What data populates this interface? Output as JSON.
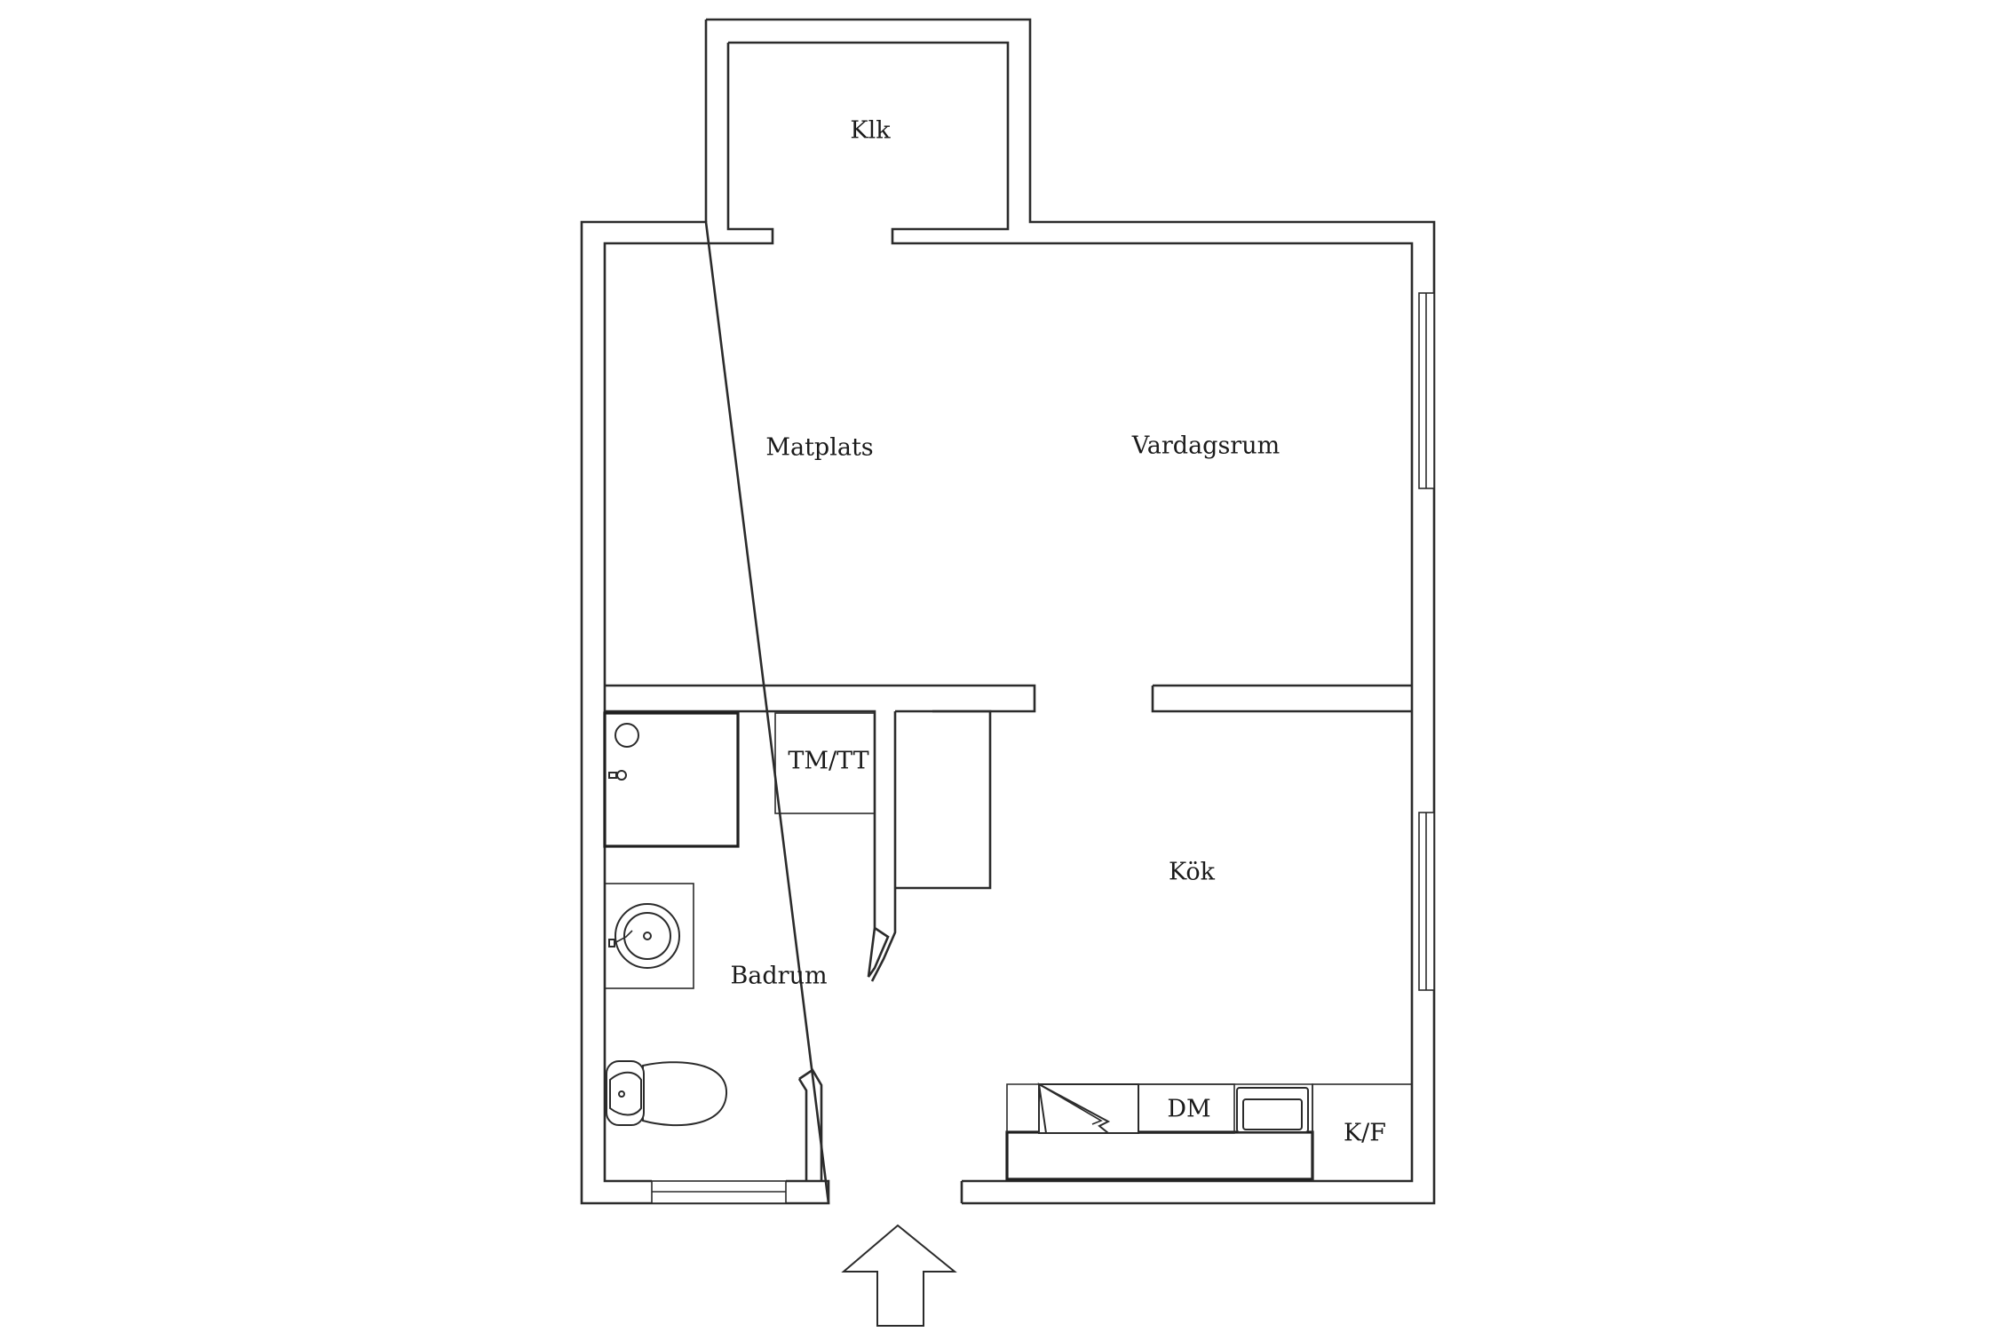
{
  "rooms": {
    "klk": "Klk",
    "matplats": "Matplats",
    "vardagsrum": "Vardagsrum",
    "tmtt": "TM/TT",
    "kok": "Kök",
    "badrum": "Badrum",
    "dm": "DM",
    "kf": "K/F"
  },
  "colors": {
    "line": "#2b2b2b",
    "background": "#ffffff"
  }
}
